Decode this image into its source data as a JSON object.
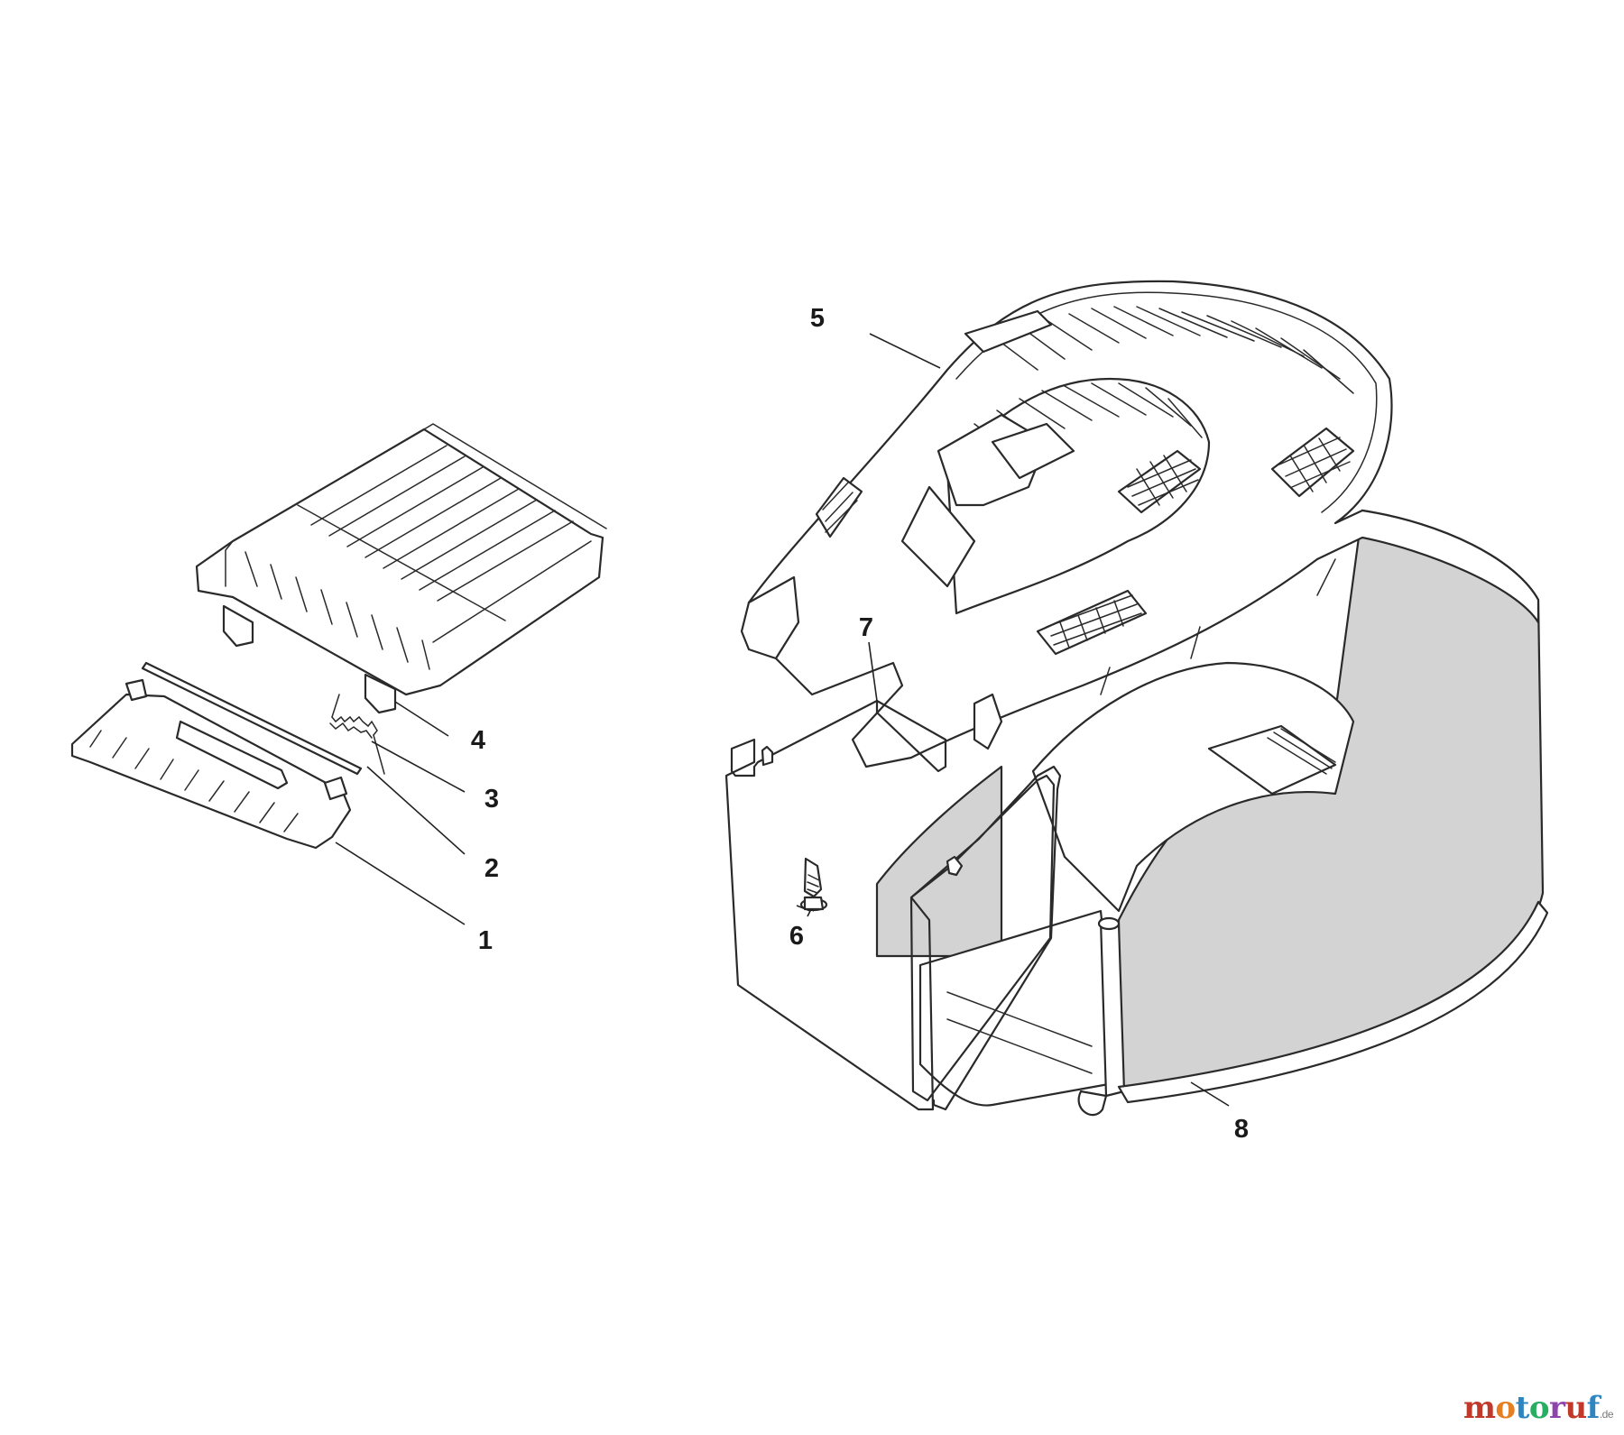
{
  "diagram": {
    "callouts": [
      {
        "id": "1",
        "label": "1"
      },
      {
        "id": "2",
        "label": "2"
      },
      {
        "id": "3",
        "label": "3"
      },
      {
        "id": "4",
        "label": "4"
      },
      {
        "id": "5",
        "label": "5"
      },
      {
        "id": "6",
        "label": "6"
      },
      {
        "id": "7",
        "label": "7"
      },
      {
        "id": "8",
        "label": "8"
      }
    ]
  },
  "watermark": {
    "text_parts": [
      {
        "text": "m",
        "color": "#c0392b"
      },
      {
        "text": "o",
        "color": "#e67e22"
      },
      {
        "text": "t",
        "color": "#2e86c1"
      },
      {
        "text": "o",
        "color": "#27ae60"
      },
      {
        "text": "r",
        "color": "#8e44ad"
      },
      {
        "text": "u",
        "color": "#c0392b"
      },
      {
        "text": "f",
        "color": "#2e86c1"
      }
    ],
    "suffix": ".de"
  }
}
